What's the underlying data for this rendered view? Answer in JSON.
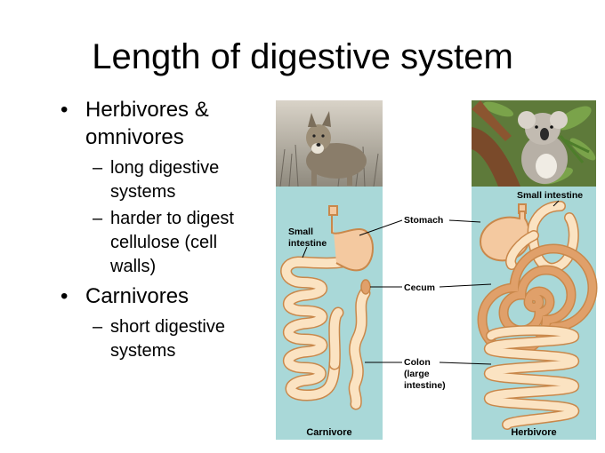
{
  "slide": {
    "title": "Length of digestive system",
    "bullets": [
      {
        "text": "Herbivores & omnivores",
        "sub": [
          "long digestive systems",
          "harder to digest cellulose (cell walls)"
        ]
      },
      {
        "text": "Carnivores",
        "sub": [
          "short digestive systems"
        ]
      }
    ]
  },
  "diagram": {
    "carnivore_caption": "Carnivore",
    "herbivore_caption": "Herbivore",
    "labels": {
      "small_intestine_left": [
        "Small",
        "intestine"
      ],
      "small_intestine_right": "Small intestine",
      "stomach": "Stomach",
      "cecum": "Cecum",
      "colon": [
        "Colon",
        "(large",
        "intestine)"
      ]
    }
  },
  "colors": {
    "panel": "#a9d8d8",
    "intestine_fill": "#fbe3c2",
    "intestine_stroke": "#c9884b",
    "stomach": "#f4c9a0",
    "cecum": "#e0a06a"
  },
  "icons": [
    "coyote-photo",
    "koala-photo"
  ]
}
